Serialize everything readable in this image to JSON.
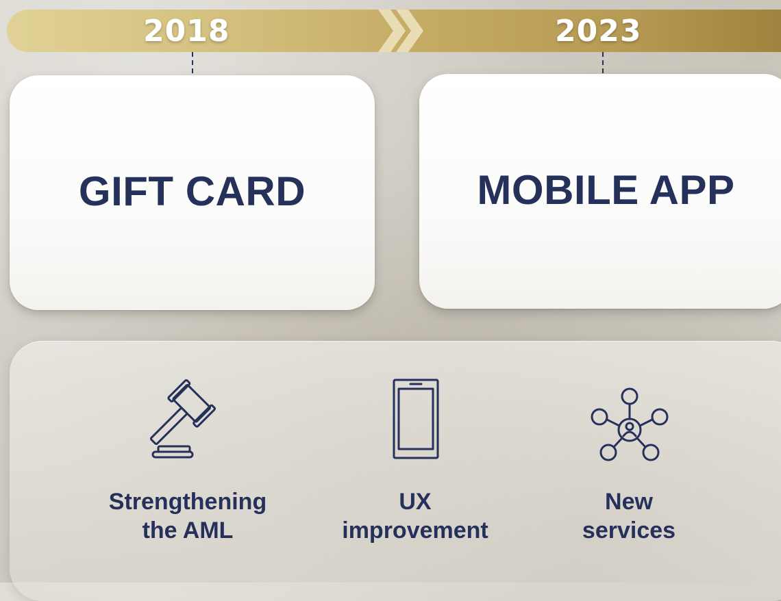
{
  "timeline": {
    "start_year": "2018",
    "end_year": "2023",
    "bar_colors": [
      "#e0d196",
      "#a1823e"
    ]
  },
  "cards": [
    {
      "year": "2018",
      "title": "GIFT CARD"
    },
    {
      "year": "2023",
      "title": "MOBILE APP"
    }
  ],
  "features": [
    {
      "icon": "gavel-icon",
      "label": "Strengthening\nthe AML"
    },
    {
      "icon": "smartphone-icon",
      "label": "UX\nimprovement"
    },
    {
      "icon": "network-icon",
      "label": "New\nservices"
    }
  ],
  "colors": {
    "text_primary": "#25305b",
    "card_background": "#ffffff"
  }
}
